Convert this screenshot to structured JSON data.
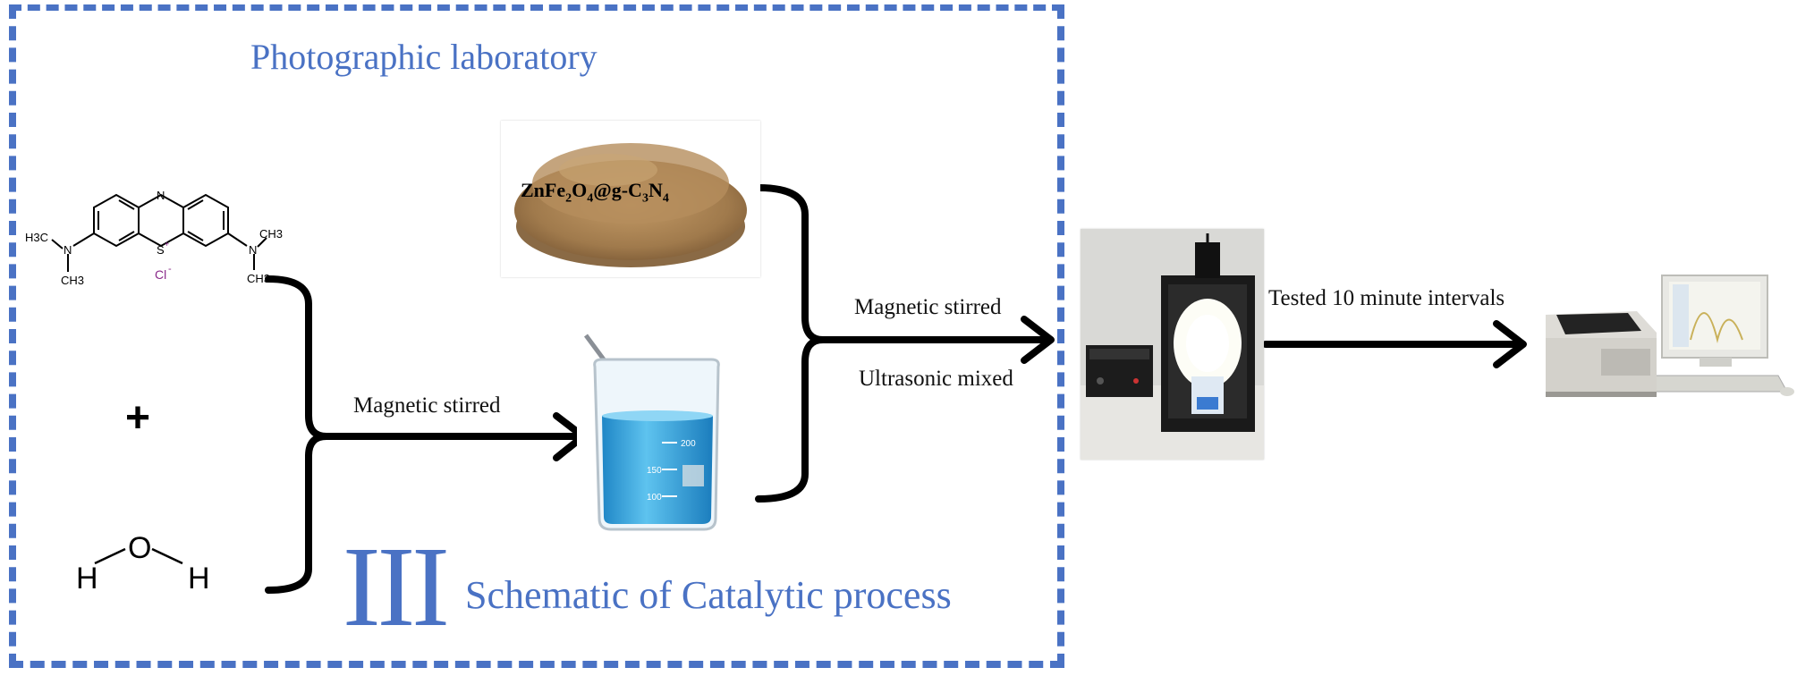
{
  "frame": {
    "title": "Photographic laboratory",
    "roman": "III",
    "caption": "Schematic of  Catalytic process"
  },
  "methylene_blue": {
    "N_top": "N",
    "S_center": "S",
    "S_charge": "+",
    "left_group_H3C": "H3C",
    "left_N": "N",
    "left_CH3": "CH3",
    "right_N": "N",
    "right_CH3_top": "CH3",
    "right_CH3_bottom": "CH3",
    "counter_ion": "Cl",
    "counter_charge": "-"
  },
  "plus": "+",
  "water": {
    "H_left": "H",
    "O": "O",
    "H_right": "H"
  },
  "catalyst": {
    "label_parts": [
      "ZnFe",
      "2",
      "O",
      "4",
      "@g-C",
      "3",
      "N",
      "4"
    ]
  },
  "labels": {
    "stir1": "Magnetic stirred",
    "stir2": "Magnetic stirred",
    "ultra": "Ultrasonic mixed",
    "tested": "Tested 10 minute intervals"
  },
  "beaker": {
    "mark_200": "200",
    "mark_150": "150",
    "mark_100": "100"
  },
  "colors": {
    "frame": "#4a72c4",
    "arrow": "#000000",
    "solution": "#3aa6e0",
    "powder": "#a07a4c"
  }
}
